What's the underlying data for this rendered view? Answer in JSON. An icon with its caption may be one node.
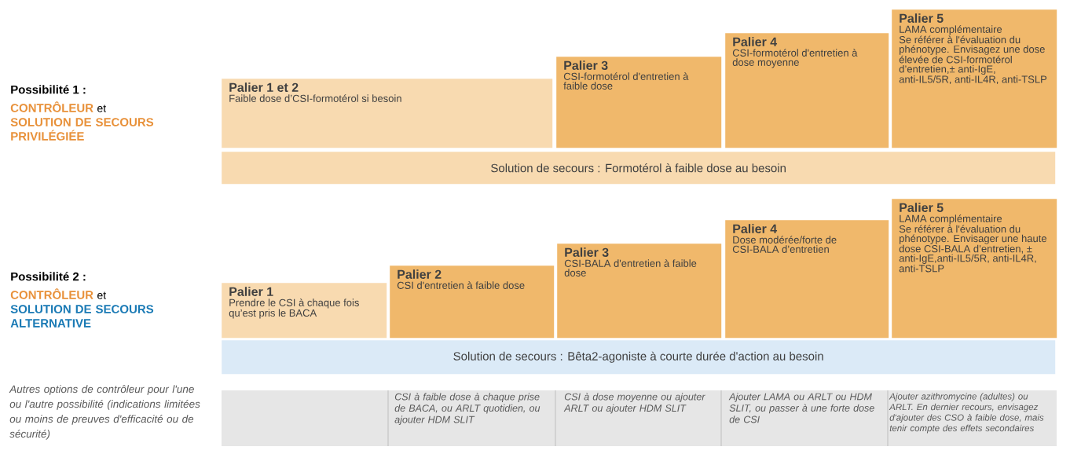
{
  "diagram": {
    "nodes": [
      {
        "text": [
          "Palier 1 et 2",
          "Faible dose d’CSI-formotérol si besoin"
        ]
      },
      {
        "text": [
          "Palier 3",
          "CSI-formotérol d'entretien à faible dose"
        ]
      },
      {
        "text": [
          "Palier 4",
          "CSI-formotérol d'entretien à dose moyenne"
        ]
      },
      {
        "text": [
          "Palier 5",
          "LAMA complémentaire",
          "Se référer à l'évaluation du phénotype. Envisagez une dose élevée de CSI-formotérol d’entretien,± anti-IgE, anti-IL5/5R, anti-IL4R, anti-TSLP"
        ]
      },
      {
        "text": [
          "Solution de secours : Formotérol à faible dose au besoin"
        ]
      },
      {
        "text": [
          "Palier 1",
          "Prendre le CSI à chaque fois qu’est pris le BACA"
        ]
      },
      {
        "text": [
          "Palier 2",
          "CSI d'entretien à faible dose"
        ]
      },
      {
        "text": [
          "Palier 3",
          "CSI-BALA d'entretien à faible dose"
        ]
      },
      {
        "text": [
          "Palier 4",
          "Dose modérée/forte de CSI-BALA d’entretien"
        ]
      },
      {
        "text": [
          "Palier 5",
          "LAMA complémentaire",
          "Se référer à l'évaluation du phénotype. Envisager une haute dose CSI-BALA d’entretien, ± anti-IgE,anti-IL5/5R, anti-IL4R, anti-TSLP"
        ]
      },
      {
        "text": [
          "Solution de secours : Bêta2-agoniste à courte durée d'action au besoin"
        ]
      }
    ],
    "labels": [
      "Possibilité 1 :",
      "CONTRÔLEUR",
      "et",
      "SOLUTION DE SECOURS PRIVILÉGIÉE",
      "Possibilité 2 :",
      "CONTRÔLEUR",
      "et",
      "SOLUTION DE SECOURS ALTERNATIVE",
      "Autres options de contrôleur pour l'une ou l'autre possibilité (indications limitées ou moins de preuves d'efficacité ou de sécurité)",
      "CSI à faible dose à chaque prise de BACA, ou ARLT quotidien, ou ajouter HDM SLIT",
      "CSI à dose moyenne ou ajouter ARLT ou ajouter HDM SLIT",
      "Ajouter LAMA ou ARLT ou HDM SLIT, ou passer à une forte dose de CSI",
      "Ajouter azithromycine (adultes) ou ARLT. En dernier recours, envisagez d'ajouter des CSO à faible dose, mais tenir compte des effets secondaires"
    ]
  }
}
